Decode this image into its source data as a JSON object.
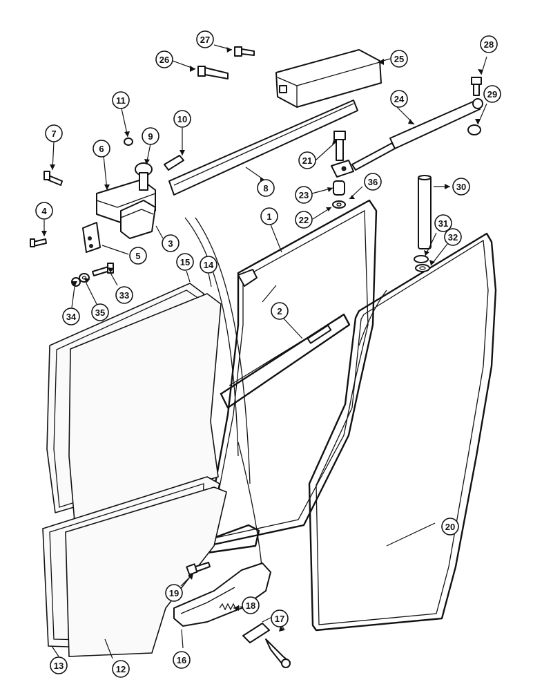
{
  "callouts": [
    "1",
    "2",
    "3",
    "4",
    "5",
    "6",
    "7",
    "8",
    "9",
    "10",
    "11",
    "12",
    "13",
    "14",
    "15",
    "16",
    "17",
    "18",
    "19",
    "20",
    "21",
    "22",
    "23",
    "24",
    "25",
    "26",
    "27",
    "28",
    "29",
    "30",
    "31",
    "32",
    "33",
    "34",
    "35",
    "36"
  ]
}
